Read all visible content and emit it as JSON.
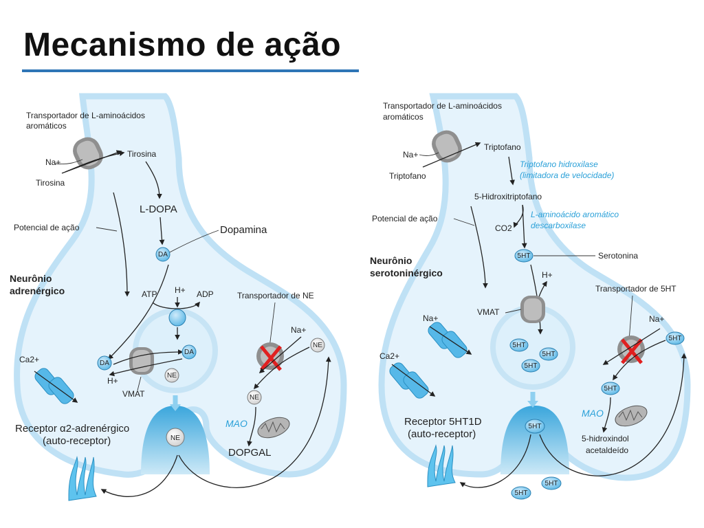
{
  "slide": {
    "title": "Mecanismo de ação"
  },
  "left": {
    "transporter": "Transportador de L-aminoácidos",
    "transporter2": "aromáticos",
    "na": "Na+",
    "tyrosine_out": "Tirosina",
    "tyrosine_in": "Tirosina",
    "ldopa": "L-DOPA",
    "action_potential": "Potencial de ação",
    "dopamine": "Dopamina",
    "neuron1": "Neurônio",
    "neuron2": "adrenérgico",
    "atp": "ATP",
    "hplus": "H+",
    "adp": "ADP",
    "ne_transporter": "Transportador de NE",
    "na2": "Na+",
    "ca": "Ca2+",
    "vmat": "VMAT",
    "hplus2": "H+",
    "receptor1": "Receptor α2-adrenérgico",
    "receptor2": "(auto-receptor)",
    "mao": "MAO",
    "dopgal": "DOPGAL",
    "mol_da": "DA",
    "mol_ne": "NE"
  },
  "right": {
    "transporter": "Transportador de L-aminoácidos",
    "transporter2": "aromáticos",
    "na": "Na+",
    "trp_out": "Triptofano",
    "trp_in": "Triptofano",
    "enzyme1a": "Triptofano hidroxilase",
    "enzyme1b": "(limitadora de velocidade)",
    "htp": "5-Hidroxitriptofano",
    "action_potential": "Potencial de ação",
    "enzyme2a": "L-aminoácido aromático",
    "enzyme2b": "descarboxilase",
    "co2": "CO2",
    "serotonin": "Serotonina",
    "neuron1": "Neurônio",
    "neuron2": "serotoninérgico",
    "hplus": "H+",
    "vmat": "VMAT",
    "transporter_5ht": "Transportador de 5HT",
    "na2": "Na+",
    "na3": "Na+",
    "ca": "Ca2+",
    "receptor1": "Receptor 5HT1D",
    "receptor2": "(auto-receptor)",
    "mao": "MAO",
    "hiaa1": "5-hidroxindol",
    "hiaa2": "acetaldeído",
    "mol_5ht": "5HT"
  }
}
